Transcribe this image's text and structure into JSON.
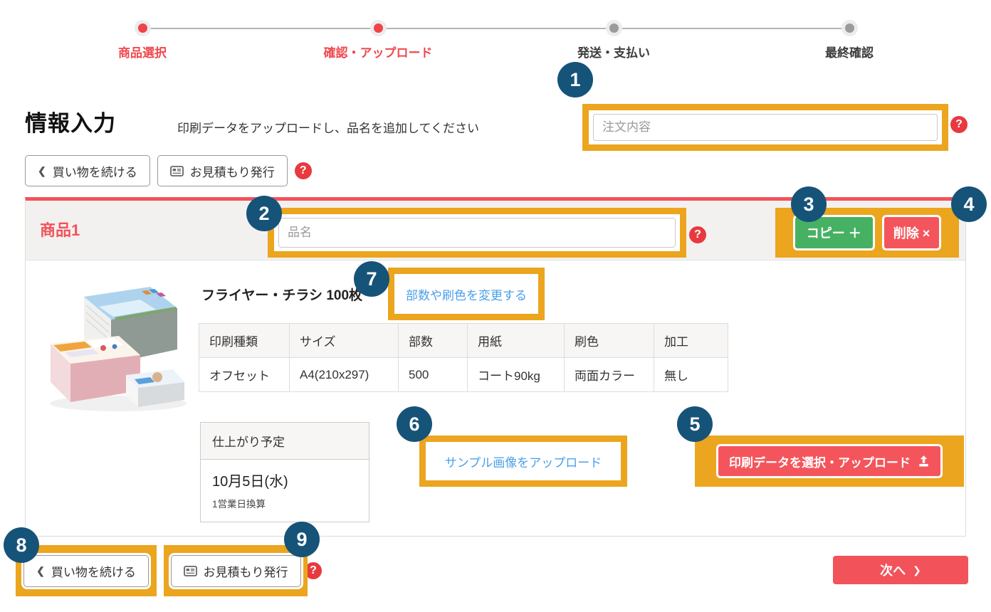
{
  "page": {
    "title": "情報入力",
    "subtitle": "印刷データをアップロードし、品名を追加してください"
  },
  "stepper": {
    "steps": [
      {
        "label": "商品選択",
        "state": "active"
      },
      {
        "label": "確認・アップロード",
        "state": "active"
      },
      {
        "label": "発送・支払い",
        "state": "inactive"
      },
      {
        "label": "最終確認",
        "state": "inactive"
      }
    ]
  },
  "order": {
    "placeholder": "注文内容"
  },
  "toolbar": {
    "back_chevron": "❮",
    "continue_label": "買い物を続ける",
    "quote_label": "お見積もり発行",
    "help_mark": "?"
  },
  "product": {
    "card_title": "商品1",
    "name_placeholder": "品名",
    "copy_label": "コピー ＋",
    "delete_label": "削除 ×",
    "item_title": "フライヤー・チラシ 100枚",
    "change_link": "部数や刷色を変更する",
    "spec_headers": [
      "印刷種類",
      "サイズ",
      "部数",
      "用紙",
      "刷色",
      "加工"
    ],
    "spec_values": [
      "オフセット",
      "A4(210x297)",
      "500",
      "コート90kg",
      "両面カラー",
      "無し"
    ],
    "delivery_title": "仕上がり予定",
    "delivery_date": "10月5日(水)",
    "delivery_note": "1営業日換算",
    "sample_link": "サンプル画像をアップロード",
    "upload_label": "印刷データを選択・アップロード"
  },
  "footer": {
    "next_label": "次へ",
    "next_chevron": "❯"
  },
  "badges": [
    "1",
    "2",
    "3",
    "4",
    "5",
    "6",
    "7",
    "8",
    "9"
  ],
  "colors": {
    "highlight_orange": "#eba51e",
    "badge_navy": "#165379",
    "accent_red": "#f2525a",
    "button_green": "#47b163",
    "link_blue": "#4aa0e8",
    "help_red": "#e8393f",
    "active_step_red": "#f0484e"
  }
}
